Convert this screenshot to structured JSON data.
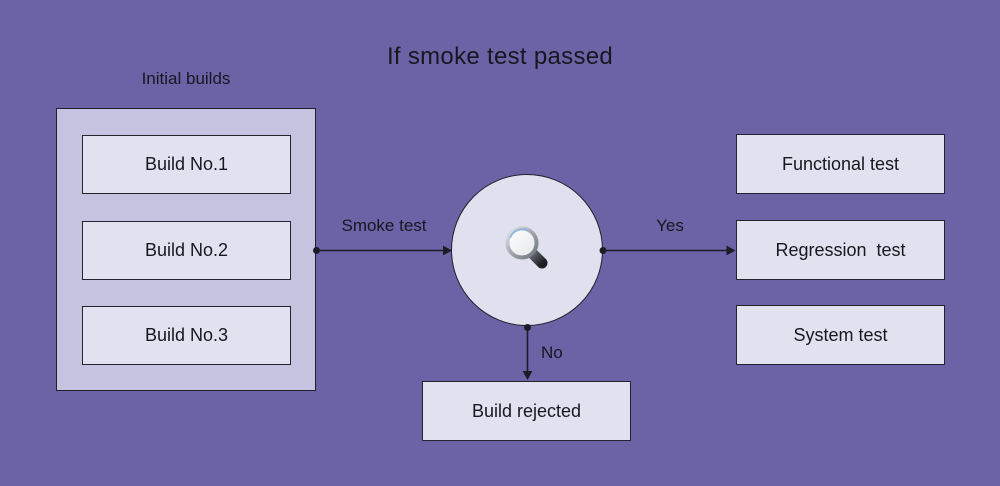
{
  "title": "If smoke test passed",
  "initial_builds": {
    "label": "Initial builds",
    "builds": [
      {
        "label": "Build No.1"
      },
      {
        "label": "Build No.2"
      },
      {
        "label": "Build No.3"
      }
    ]
  },
  "decision_node": {
    "icon": "magnifying-glass",
    "meaning": "smoke test check"
  },
  "edges": {
    "smoke_label": "Smoke test",
    "yes_label": "Yes",
    "no_label": "No"
  },
  "passed_tests": [
    {
      "label": "Functional test"
    },
    {
      "label": "Regression  test"
    },
    {
      "label": "System test"
    }
  ],
  "rejected": {
    "label": "Build rejected"
  },
  "colors": {
    "background": "#6A64A7",
    "group_fill": "#C6C3E1",
    "node_fill": "#E2E1EF",
    "border": "#20202B",
    "text": "#17171F",
    "edge_line": "#1C1C26"
  }
}
